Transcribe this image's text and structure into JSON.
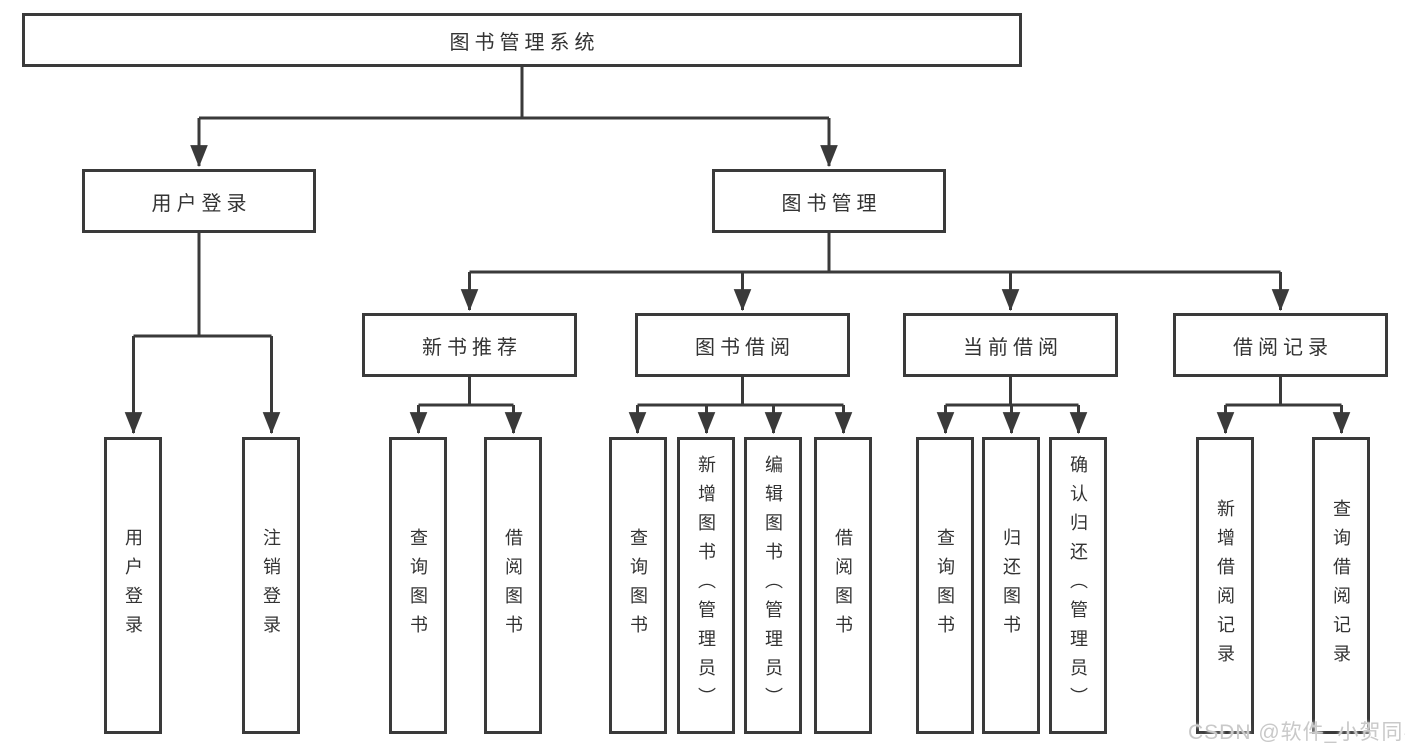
{
  "diagram": {
    "root": {
      "label": "图书管理系统"
    },
    "branches": [
      {
        "label": "用户登录",
        "leaves": [
          {
            "label": "用户登录"
          },
          {
            "label": "注销登录"
          }
        ]
      },
      {
        "label": "图书管理",
        "groups": [
          {
            "label": "新书推荐",
            "leaves": [
              {
                "label": "查询图书"
              },
              {
                "label": "借阅图书"
              }
            ]
          },
          {
            "label": "图书借阅",
            "leaves": [
              {
                "label": "查询图书"
              },
              {
                "label": "新增图书（管理员）"
              },
              {
                "label": "编辑图书（管理员）"
              },
              {
                "label": "借阅图书"
              }
            ]
          },
          {
            "label": "当前借阅",
            "leaves": [
              {
                "label": "查询图书"
              },
              {
                "label": "归还图书"
              },
              {
                "label": "确认归还（管理员）"
              }
            ]
          },
          {
            "label": "借阅记录",
            "leaves": [
              {
                "label": "新增借阅记录"
              },
              {
                "label": "查询借阅记录"
              }
            ]
          }
        ]
      }
    ]
  },
  "watermark": {
    "text": "CSDN @软件_小贺同学"
  },
  "colors": {
    "line": "#3a3a3a",
    "text": "#333333",
    "background": "#ffffff",
    "watermark": "#c9c9c9"
  }
}
